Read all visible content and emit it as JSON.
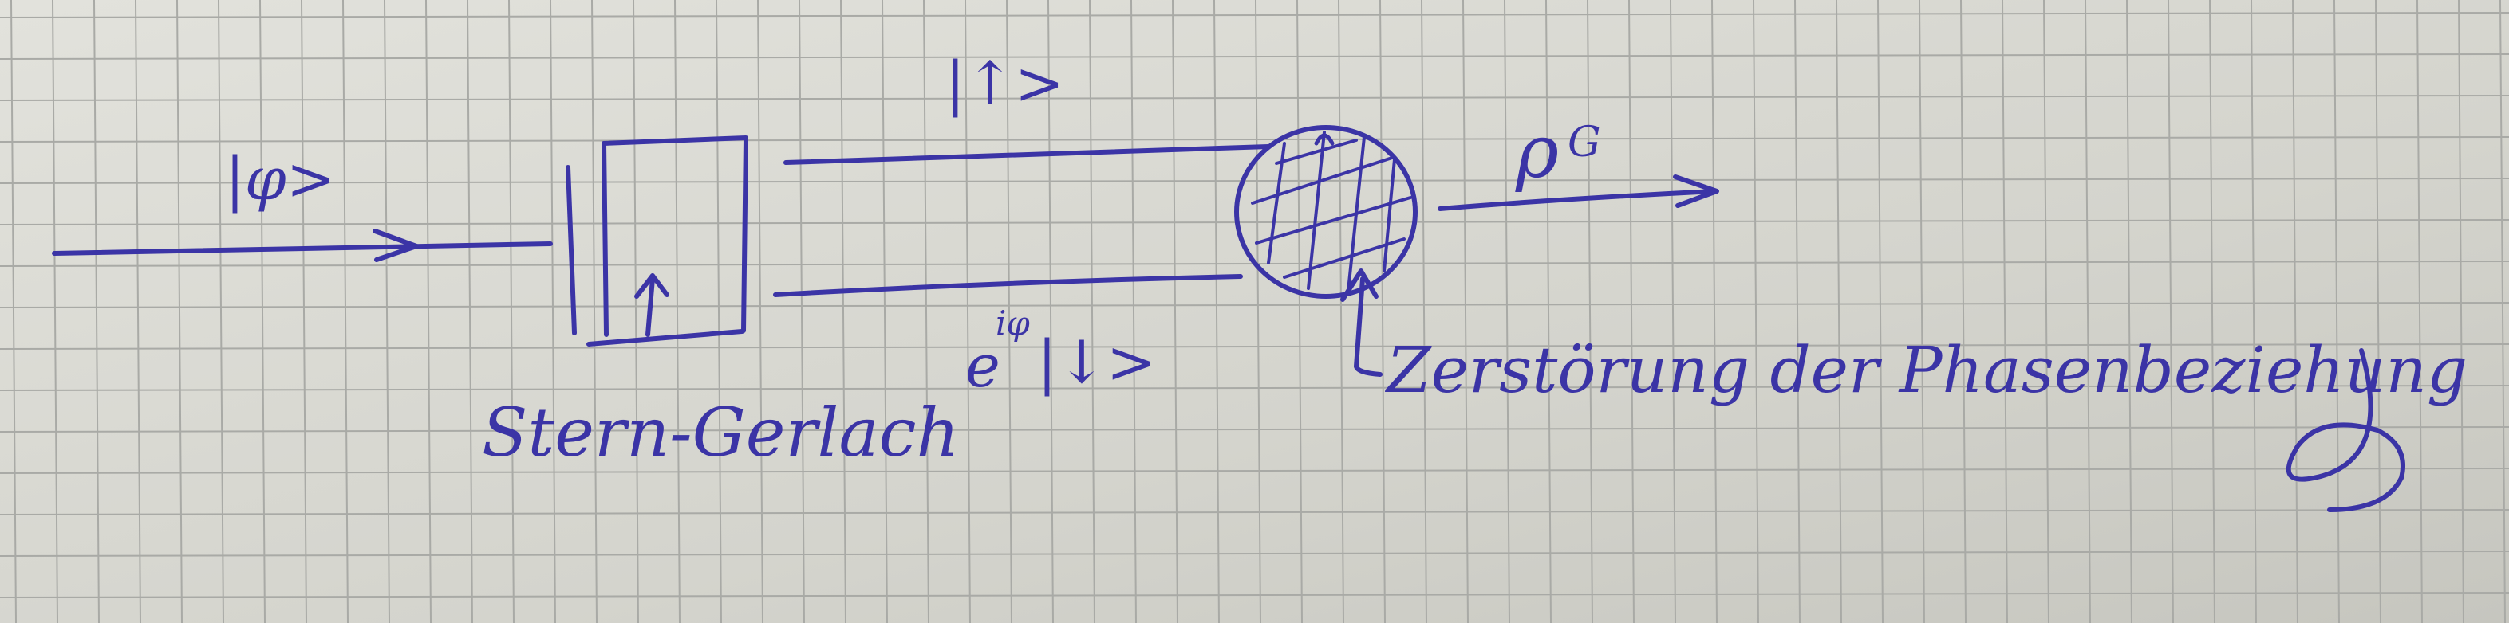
{
  "diagram": {
    "ink_color": "#3b34a6",
    "paper_color": "#d6d6d0",
    "grid_color": "#a9aaa6",
    "labels": {
      "input_state": "|φ>",
      "up_state": "|↑>",
      "down_state": "e",
      "down_phase": "iφ",
      "down_ket": "|↓>",
      "output_state": "ρ",
      "output_sub": "G",
      "stern_gerlach": "Stern-Gerlach",
      "decoherence_note": "Zerstörung der Phasenbeziehung"
    },
    "components": {
      "magnet": "stern-gerlach-magnet",
      "scrambler": "hatched-circle"
    }
  }
}
